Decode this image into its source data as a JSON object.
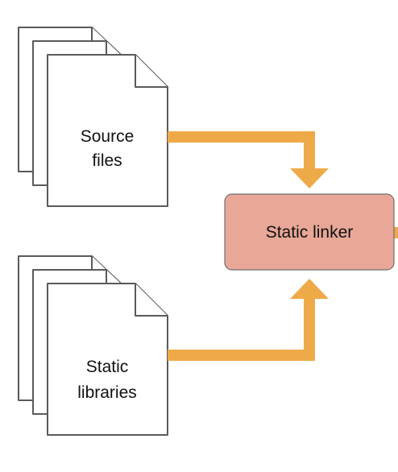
{
  "source_files": {
    "line1": "Source",
    "line2": "files"
  },
  "static_libraries": {
    "line1": "Static",
    "line2": "libraries"
  },
  "static_linker": {
    "label": "Static linker"
  },
  "colors": {
    "arrow": "#eeaa48",
    "linker_fill": "#e8a797",
    "doc_stroke": "#5a5a5a"
  }
}
